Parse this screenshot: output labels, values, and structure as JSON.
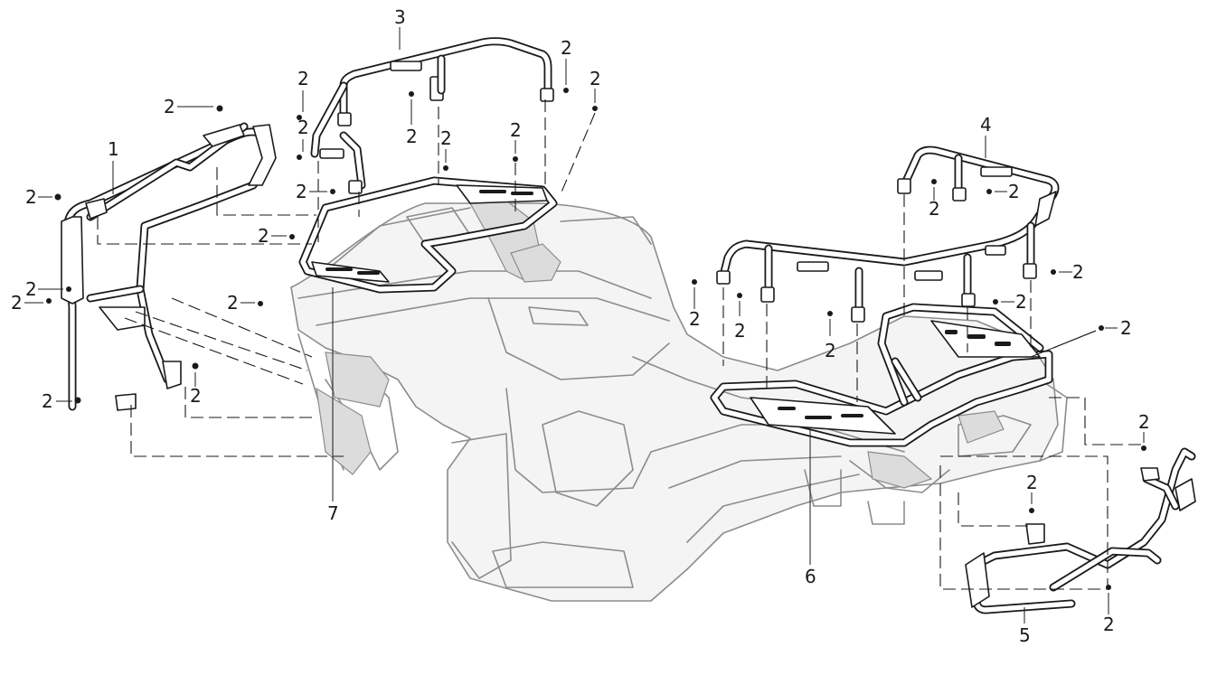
{
  "callouts": {
    "part_1": "1",
    "part_2": "2",
    "part_3": "3",
    "part_4": "4",
    "part_5": "5",
    "part_6": "6",
    "part_7": "7"
  },
  "colors": {
    "line": "#1a1a1a",
    "body": "#8c8c8c",
    "background": "#ffffff"
  }
}
